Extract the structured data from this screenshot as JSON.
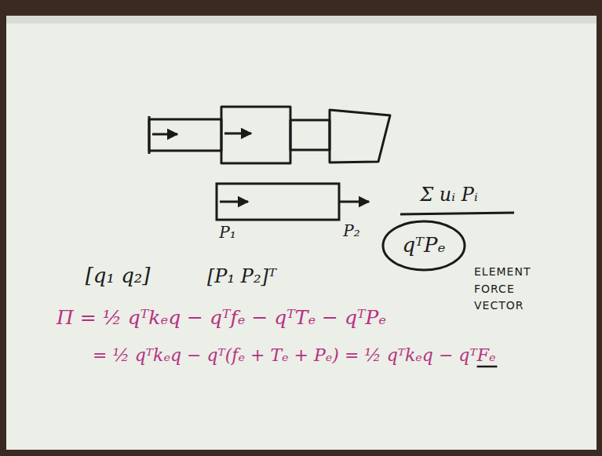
{
  "diagram": {
    "labels": [
      "P₁",
      "P₂",
      "Σ uᵢ Pᵢ",
      "qᵀPₑ",
      "[q₁ q₂]",
      "[P₁ P₂]ᵀ",
      "ELEMENT FORCE VECTOR",
      "Π = ½ qᵀkₑq − qᵀfₑ − qᵀTₑ − qᵀPₑ",
      "= ½ qᵀkₑq − qᵀ(fₑ + Tₑ + Pₑ) = ½ qᵀkₑq − qᵀFₑ"
    ]
  }
}
